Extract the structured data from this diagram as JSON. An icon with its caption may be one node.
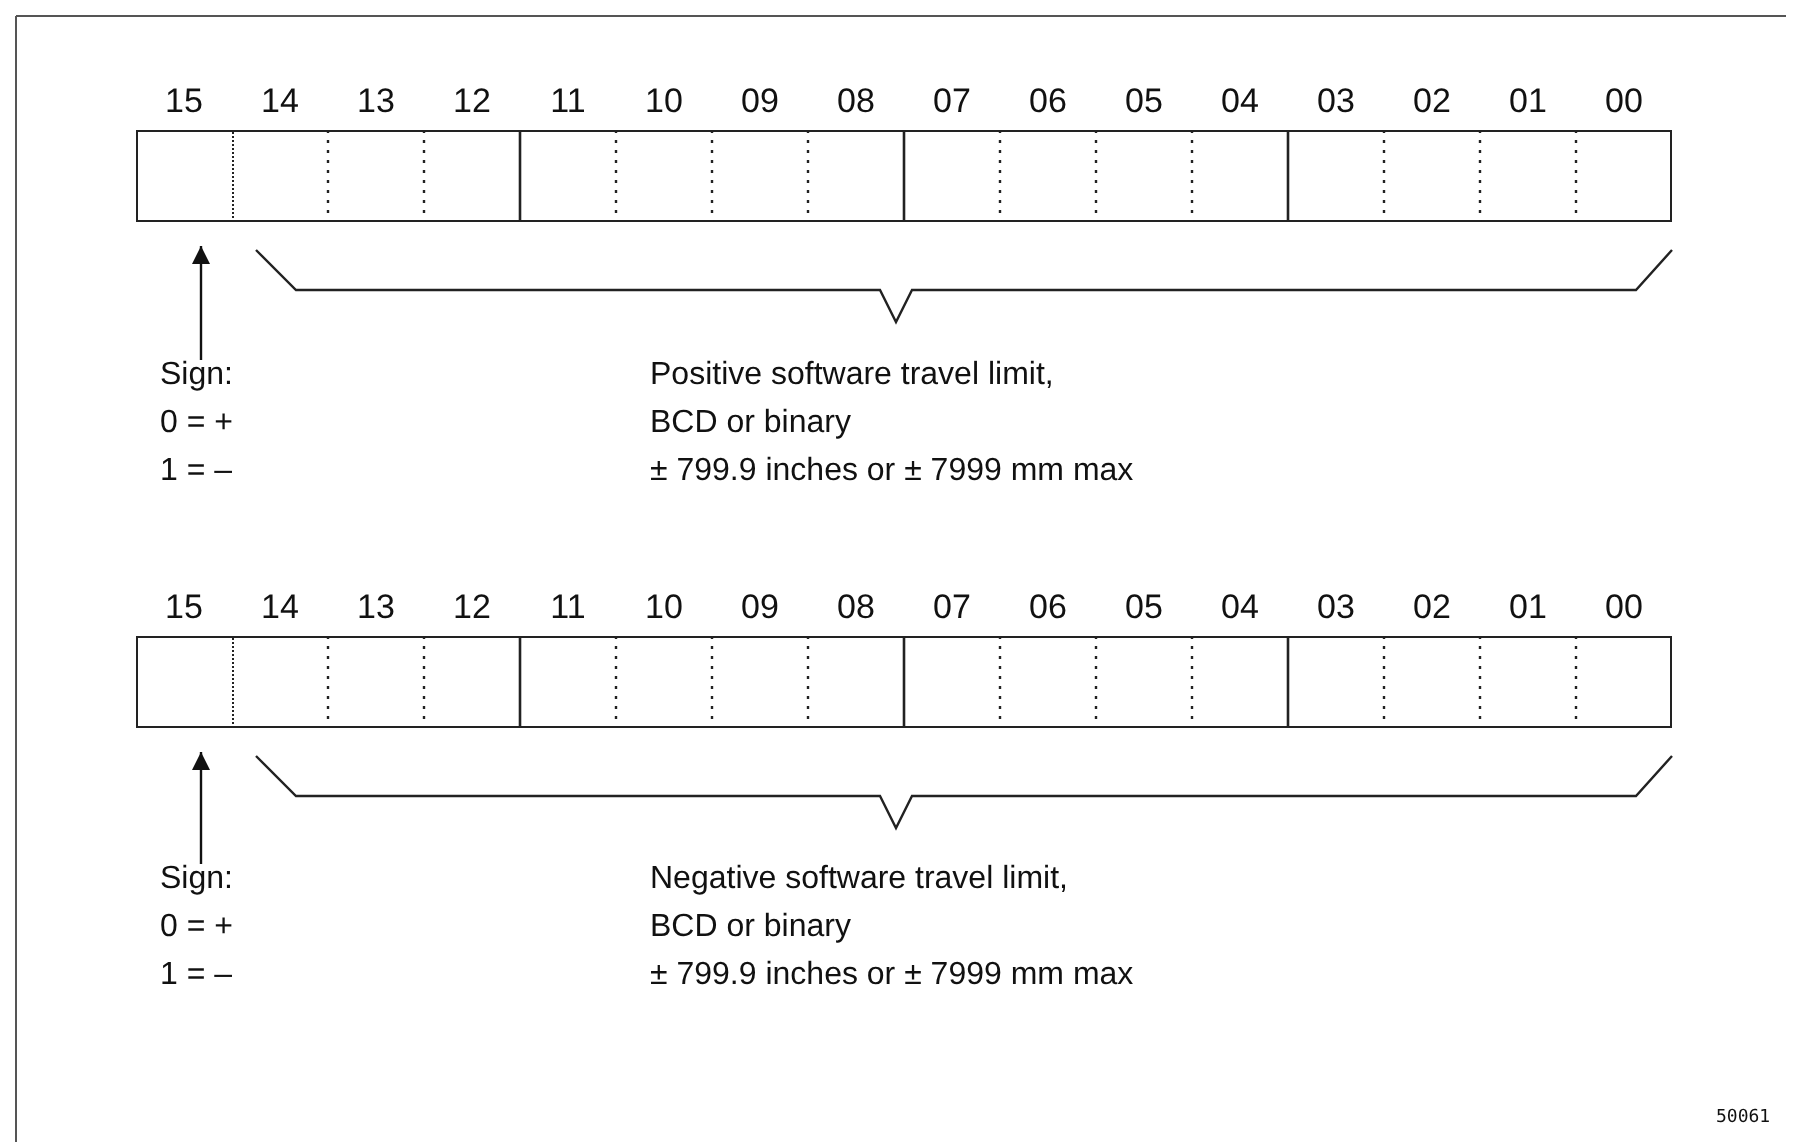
{
  "diagram": {
    "nodes": [
      {
        "text": [],
        "shape": "bar"
      },
      {
        "text": [],
        "shape": "box",
        "in": 0
      },
      {
        "text": [
          "Sign:",
          "0 = +",
          "1 = –"
        ]
      },
      {
        "text": [],
        "shape": "bar"
      },
      {
        "text": [],
        "shape": "box",
        "in": 3
      },
      {
        "text": [
          "Sign:",
          "0 = +",
          "1 = –"
        ]
      }
    ],
    "edges": [
      {
        "from": 2,
        "to": 1,
        "arrow": "to"
      },
      {
        "from": 5,
        "to": 4,
        "arrow": "to"
      }
    ],
    "labels": [
      "15",
      "14",
      "13",
      "12",
      "11",
      "10",
      "09",
      "08",
      "07",
      "06",
      "05",
      "04",
      "03",
      "02",
      "01",
      "00",
      "Positive software travel limit,",
      "BCD or binary",
      "± 799.9 inches or ± 7999 mm max",
      "15",
      "14",
      "13",
      "12",
      "11",
      "10",
      "09",
      "08",
      "07",
      "06",
      "05",
      "04",
      "03",
      "02",
      "01",
      "00",
      "Negative software travel limit,",
      "BCD or binary",
      "± 799.9 inches or ± 7999 mm max",
      "50061"
    ]
  }
}
